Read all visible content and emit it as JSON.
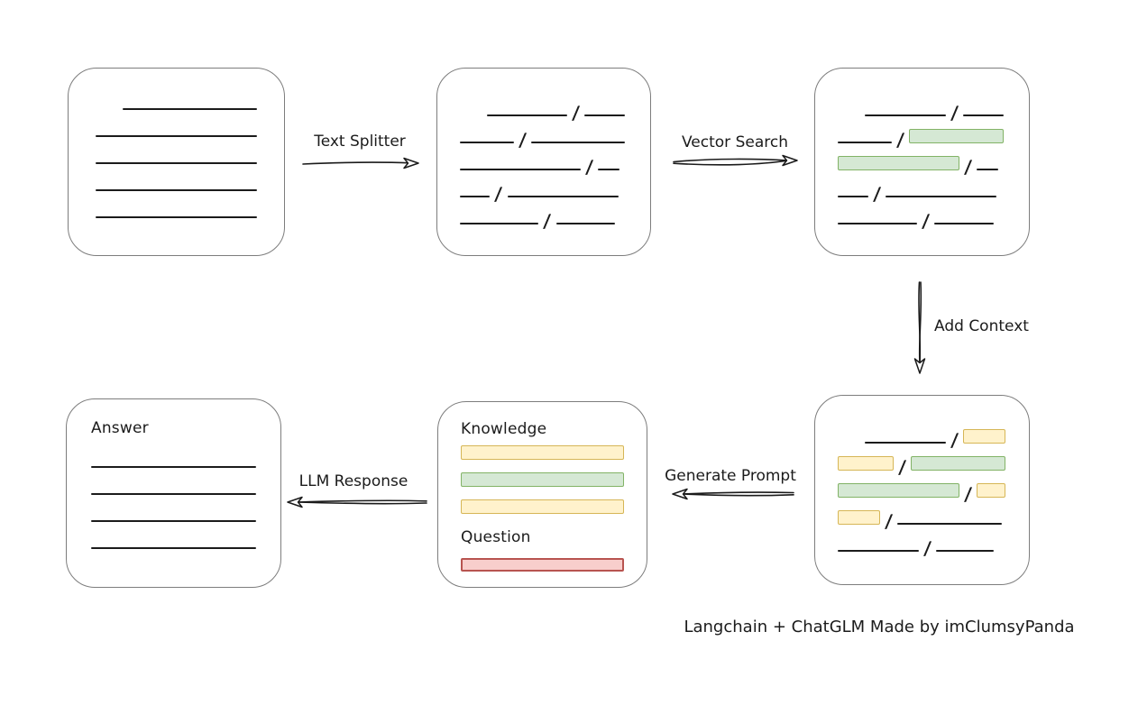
{
  "caption": "Langchain + ChatGLM Made by imClumsyPanda",
  "separator": "/",
  "colors": {
    "line": "#1b1b1b",
    "box_stroke": "#7d7d7d",
    "green_fill": "#d5e8d4",
    "green_stroke": "#82b366",
    "yellow_fill": "#fff2cc",
    "yellow_stroke": "#d6b656",
    "red_fill": "#f8cecc",
    "red_stroke": "#b85450"
  },
  "arrows": [
    {
      "id": "text-splitter",
      "label": "Text Splitter",
      "direction": "right"
    },
    {
      "id": "vector-search",
      "label": "Vector Search",
      "direction": "right"
    },
    {
      "id": "add-context",
      "label": "Add Context",
      "direction": "down"
    },
    {
      "id": "generate-prompt",
      "label": "Generate Prompt",
      "direction": "left"
    },
    {
      "id": "llm-response",
      "label": "LLM Response",
      "direction": "left"
    }
  ],
  "boxes": {
    "document": {
      "rows": [
        [
          {
            "t": "space",
            "w": 17
          },
          {
            "t": "line",
            "w": 83
          }
        ],
        [
          {
            "t": "line",
            "w": 100
          }
        ],
        [
          {
            "t": "line",
            "w": 100
          }
        ],
        [
          {
            "t": "line",
            "w": 100
          }
        ],
        [
          {
            "t": "line",
            "w": 100
          }
        ]
      ]
    },
    "split": {
      "rows": [
        [
          {
            "t": "space",
            "w": 16
          },
          {
            "t": "line",
            "w": 48
          },
          {
            "t": "slash"
          },
          {
            "t": "line",
            "w": 24
          }
        ],
        [
          {
            "t": "line",
            "w": 32
          },
          {
            "t": "slash"
          },
          {
            "t": "line",
            "w": 56
          }
        ],
        [
          {
            "t": "line",
            "w": 72
          },
          {
            "t": "slash"
          },
          {
            "t": "line",
            "w": 13
          }
        ],
        [
          {
            "t": "line",
            "w": 18
          },
          {
            "t": "slash"
          },
          {
            "t": "line",
            "w": 66
          }
        ],
        [
          {
            "t": "line",
            "w": 47
          },
          {
            "t": "slash"
          },
          {
            "t": "line",
            "w": 35
          }
        ]
      ]
    },
    "search": {
      "rows": [
        [
          {
            "t": "space",
            "w": 16
          },
          {
            "t": "line",
            "w": 48
          },
          {
            "t": "slash"
          },
          {
            "t": "line",
            "w": 24
          }
        ],
        [
          {
            "t": "line",
            "w": 32
          },
          {
            "t": "slash"
          },
          {
            "t": "green",
            "w": 56
          }
        ],
        [
          {
            "t": "green",
            "w": 72
          },
          {
            "t": "slash"
          },
          {
            "t": "line",
            "w": 13
          }
        ],
        [
          {
            "t": "line",
            "w": 18
          },
          {
            "t": "slash"
          },
          {
            "t": "line",
            "w": 66
          }
        ],
        [
          {
            "t": "line",
            "w": 47
          },
          {
            "t": "slash"
          },
          {
            "t": "line",
            "w": 35
          }
        ]
      ]
    },
    "context": {
      "rows": [
        [
          {
            "t": "space",
            "w": 16
          },
          {
            "t": "line",
            "w": 48
          },
          {
            "t": "slash"
          },
          {
            "t": "yellow",
            "w": 25
          }
        ],
        [
          {
            "t": "yellow",
            "w": 33
          },
          {
            "t": "slash"
          },
          {
            "t": "green",
            "w": 56
          }
        ],
        [
          {
            "t": "green",
            "w": 72
          },
          {
            "t": "slash"
          },
          {
            "t": "yellow",
            "w": 17
          }
        ],
        [
          {
            "t": "yellow",
            "w": 25
          },
          {
            "t": "slash"
          },
          {
            "t": "line",
            "w": 62
          }
        ],
        [
          {
            "t": "line",
            "w": 48
          },
          {
            "t": "slash"
          },
          {
            "t": "line",
            "w": 34
          }
        ]
      ]
    },
    "prompt": {
      "knowledge_label": "Knowledge",
      "question_label": "Question",
      "knowledge_rows": [
        [
          {
            "t": "yellow",
            "w": 100
          }
        ],
        [
          {
            "t": "green",
            "w": 100
          }
        ],
        [
          {
            "t": "yellow",
            "w": 100
          }
        ]
      ],
      "question_rows": [
        [
          {
            "t": "red",
            "w": 100
          }
        ]
      ]
    },
    "answer": {
      "label": "Answer",
      "rows": [
        [
          {
            "t": "line",
            "w": 100
          }
        ],
        [
          {
            "t": "line",
            "w": 100
          }
        ],
        [
          {
            "t": "line",
            "w": 100
          }
        ],
        [
          {
            "t": "line",
            "w": 100
          }
        ]
      ]
    }
  }
}
